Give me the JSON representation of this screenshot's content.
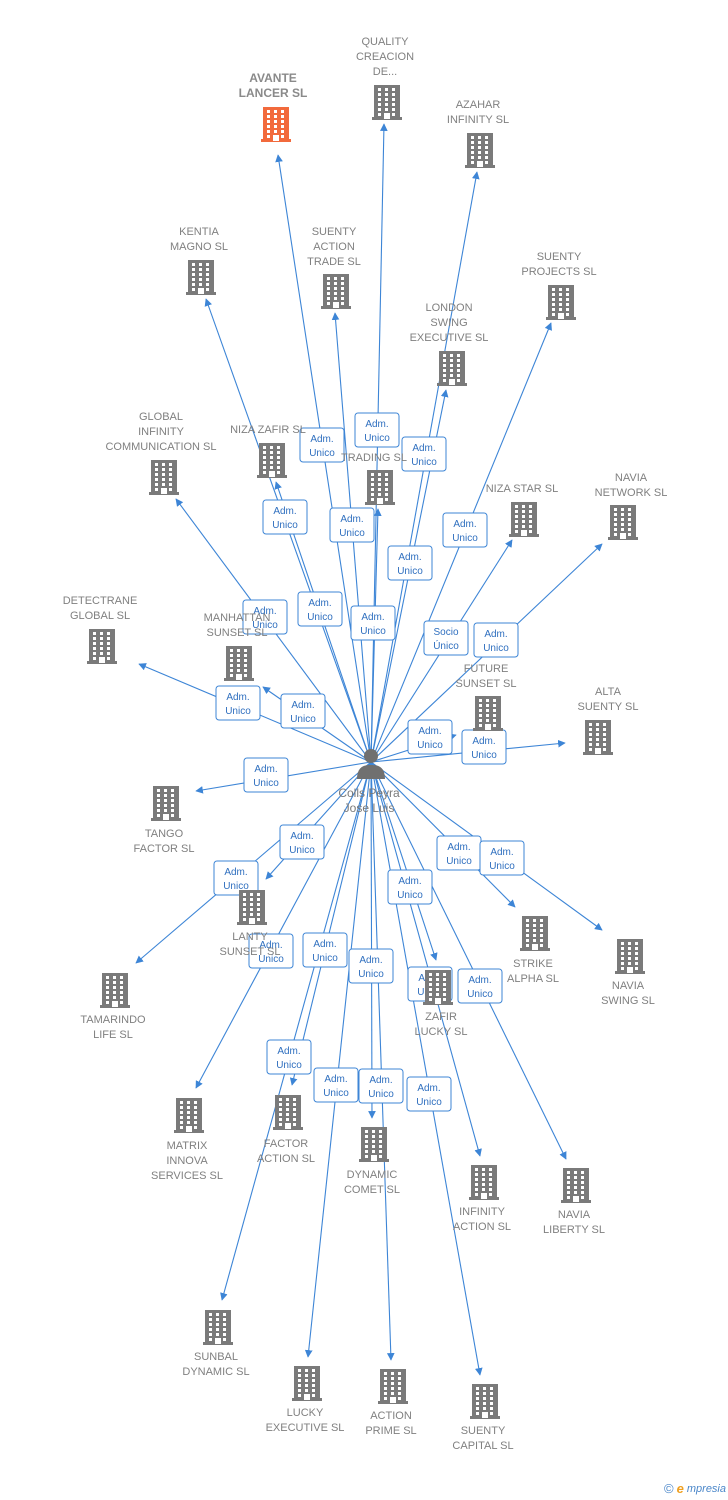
{
  "colors": {
    "edge": "#3d85d6",
    "building": "#7a7a7a",
    "highlight_building": "#f26a3c",
    "label": "#808080"
  },
  "person": {
    "lines": [
      "Colls Peyra",
      "Jose Luis"
    ],
    "icon": "person-icon"
  },
  "companies": [
    {
      "id": "avante",
      "lines": [
        "AVANTE",
        "LANCER  SL"
      ],
      "highlight": true
    },
    {
      "id": "quality",
      "lines": [
        "QUALITY",
        "CREACION",
        "DE..."
      ]
    },
    {
      "id": "azahar",
      "lines": [
        "AZAHAR",
        "INFINITY SL"
      ]
    },
    {
      "id": "kentia",
      "lines": [
        "KENTIA",
        "MAGNO SL"
      ]
    },
    {
      "id": "suenty_action",
      "lines": [
        "SUENTY",
        "ACTION",
        "TRADE SL"
      ]
    },
    {
      "id": "suenty_projects",
      "lines": [
        "SUENTY",
        "PROJECTS SL"
      ]
    },
    {
      "id": "london",
      "lines": [
        "LONDON",
        "SWING",
        "EXECUTIVE SL"
      ]
    },
    {
      "id": "global",
      "lines": [
        "GLOBAL",
        "INFINITY",
        "COMMUNICATION SL"
      ]
    },
    {
      "id": "niza_zafir",
      "lines": [
        "NIZA ZAFIR SL"
      ]
    },
    {
      "id": "trading",
      "lines": [
        "TRADING SL"
      ]
    },
    {
      "id": "niza_star",
      "lines": [
        "NIZA STAR SL"
      ]
    },
    {
      "id": "navia_network",
      "lines": [
        "NAVIA",
        "NETWORK SL"
      ]
    },
    {
      "id": "detectrane",
      "lines": [
        "DETECTRANE",
        "GLOBAL  SL"
      ]
    },
    {
      "id": "manhattan",
      "lines": [
        "MANHATTAN",
        "SUNSET SL"
      ]
    },
    {
      "id": "future",
      "lines": [
        "FUTURE",
        "SUNSET SL"
      ]
    },
    {
      "id": "alta",
      "lines": [
        "ALTA",
        "SUENTY SL"
      ]
    },
    {
      "id": "tango",
      "lines": [
        "TANGO",
        "FACTOR SL"
      ]
    },
    {
      "id": "lanty",
      "lines": [
        "LANTY",
        "SUNSET SL"
      ]
    },
    {
      "id": "strike",
      "lines": [
        "STRIKE",
        "ALPHA SL"
      ]
    },
    {
      "id": "navia_swing",
      "lines": [
        "NAVIA",
        "SWING SL"
      ]
    },
    {
      "id": "tamarindo",
      "lines": [
        "TAMARINDO",
        "LIFE SL"
      ]
    },
    {
      "id": "zafir",
      "lines": [
        "ZAFIR",
        "LUCKY SL"
      ]
    },
    {
      "id": "matrix",
      "lines": [
        "MATRIX",
        "INNOVA",
        "SERVICES SL"
      ]
    },
    {
      "id": "factor",
      "lines": [
        "FACTOR",
        "ACTION SL"
      ]
    },
    {
      "id": "dynamic",
      "lines": [
        "DYNAMIC",
        "COMET SL"
      ]
    },
    {
      "id": "infinity_action",
      "lines": [
        "INFINITY",
        "ACTION SL"
      ]
    },
    {
      "id": "navia_liberty",
      "lines": [
        "NAVIA",
        "LIBERTY SL"
      ]
    },
    {
      "id": "sunbal",
      "lines": [
        "SUNBAL",
        "DYNAMIC SL"
      ]
    },
    {
      "id": "lucky",
      "lines": [
        "LUCKY",
        "EXECUTIVE SL"
      ]
    },
    {
      "id": "action_prime",
      "lines": [
        "ACTION",
        "PRIME SL"
      ]
    },
    {
      "id": "suenty_capital",
      "lines": [
        "SUENTY",
        "CAPITAL SL"
      ]
    }
  ],
  "relations": [
    {
      "to": "avante",
      "label": [
        "Adm.",
        "Unico"
      ]
    },
    {
      "to": "quality",
      "label": [
        "Adm.",
        "Unico"
      ]
    },
    {
      "to": "azahar",
      "label": [
        "Adm.",
        "Unico"
      ]
    },
    {
      "to": "kentia",
      "label": [
        "Adm.",
        "Unico"
      ]
    },
    {
      "to": "suenty_action",
      "label": [
        "Adm.",
        "Unico"
      ]
    },
    {
      "to": "suenty_projects",
      "label": [
        "Adm.",
        "Unico"
      ]
    },
    {
      "to": "london",
      "label": [
        "Adm.",
        "Unico"
      ]
    },
    {
      "to": "global",
      "label": [
        "Adm.",
        "Unico"
      ]
    },
    {
      "to": "niza_zafir",
      "label": [
        "Adm.",
        "Unico"
      ]
    },
    {
      "to": "trading",
      "label": [
        "Adm.",
        "Unico"
      ]
    },
    {
      "to": "niza_star",
      "label": [
        "Socio",
        "Único"
      ]
    },
    {
      "to": "navia_network",
      "label": [
        "Adm.",
        "Unico"
      ]
    },
    {
      "to": "detectrane",
      "label": [
        "Adm.",
        "Unico"
      ]
    },
    {
      "to": "manhattan",
      "label": [
        "Adm.",
        "Unico"
      ]
    },
    {
      "to": "future",
      "label": [
        "Adm.",
        "Unico"
      ]
    },
    {
      "to": "alta",
      "label": [
        "Adm.",
        "Unico"
      ]
    },
    {
      "to": "tango",
      "label": [
        "Adm.",
        "Unico"
      ]
    },
    {
      "to": "lanty",
      "label": [
        "Adm.",
        "Unico"
      ]
    },
    {
      "to": "strike",
      "label": [
        "Adm.",
        "Unico"
      ]
    },
    {
      "to": "navia_swing",
      "label": [
        "Adm.",
        "Unico"
      ]
    },
    {
      "to": "tamarindo",
      "label": [
        "Adm.",
        "Unico"
      ]
    },
    {
      "to": "zafir",
      "label": [
        "Adm.",
        "Unico"
      ]
    },
    {
      "to": "matrix",
      "label": [
        "Adm.",
        "Unico"
      ]
    },
    {
      "to": "factor",
      "label": [
        "Adm.",
        "Unico"
      ]
    },
    {
      "to": "dynamic",
      "label": [
        "Adm.",
        "Unico"
      ]
    },
    {
      "to": "infinity_action",
      "label": [
        "Adm.",
        "Unico"
      ]
    },
    {
      "to": "navia_liberty",
      "label": [
        "Adm.",
        "Unico"
      ]
    },
    {
      "to": "sunbal",
      "label": [
        "Adm.",
        "Unico"
      ]
    },
    {
      "to": "lucky",
      "label": [
        "Adm.",
        "Unico"
      ]
    },
    {
      "to": "action_prime",
      "label": [
        "Adm.",
        "Unico"
      ]
    },
    {
      "to": "suenty_capital",
      "label": [
        "Adm.",
        "Unico"
      ]
    }
  ],
  "brand": {
    "symbol": "©",
    "initial": "e",
    "name": "mpresia"
  }
}
